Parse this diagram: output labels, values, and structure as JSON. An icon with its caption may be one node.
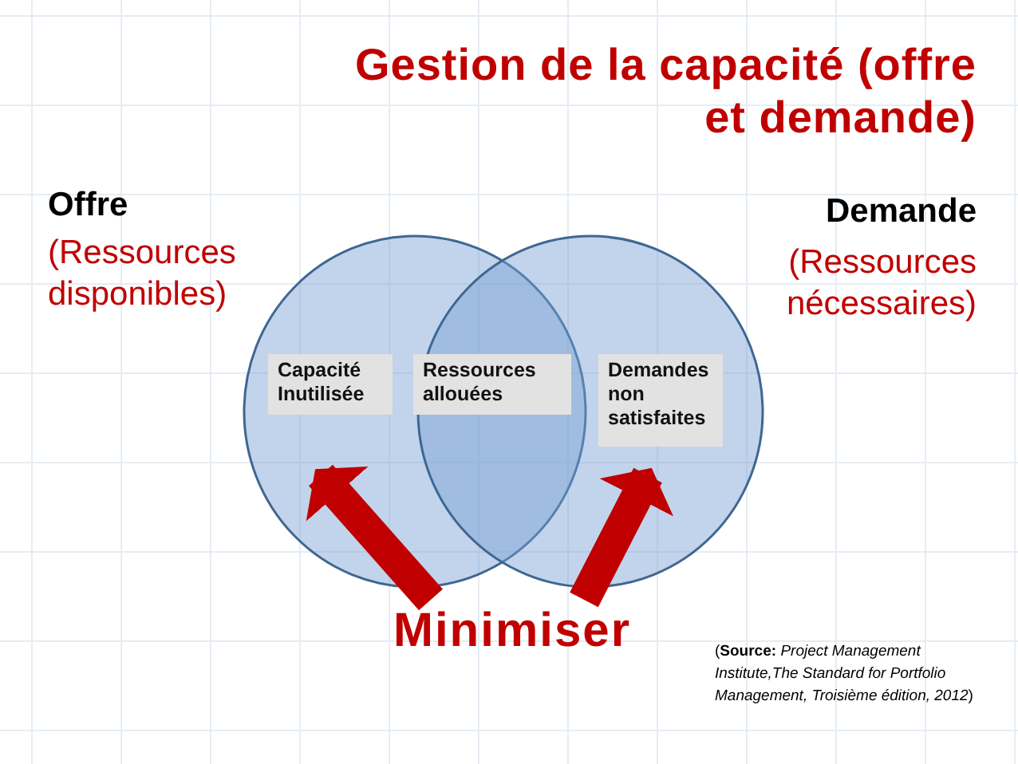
{
  "diagram": {
    "title": "Gestion de la capacité (offre et demande)",
    "nodes": [
      {
        "text": [],
        "shape": "circle"
      },
      {
        "text": [],
        "shape": "circle"
      },
      {
        "text": [
          "Capacité Inutilisée"
        ],
        "in": 0
      },
      {
        "text": [
          "Ressources allouées"
        ]
      },
      {
        "text": [
          "Demandes non satisfaites"
        ],
        "in": 1
      },
      {
        "text": [
          "Minimiser"
        ]
      }
    ],
    "edges": [
      {
        "from": 5,
        "to": 2,
        "arrow": "to"
      },
      {
        "from": 5,
        "to": 4,
        "arrow": "to"
      }
    ],
    "labels": [
      "Offre",
      "(Ressources disponibles)",
      "Demande",
      "(Ressources nécessaires)",
      "(**Source:** *Project Management Institute,The Standard for Portfolio Management, Troisième édition, 2012*)"
    ]
  }
}
